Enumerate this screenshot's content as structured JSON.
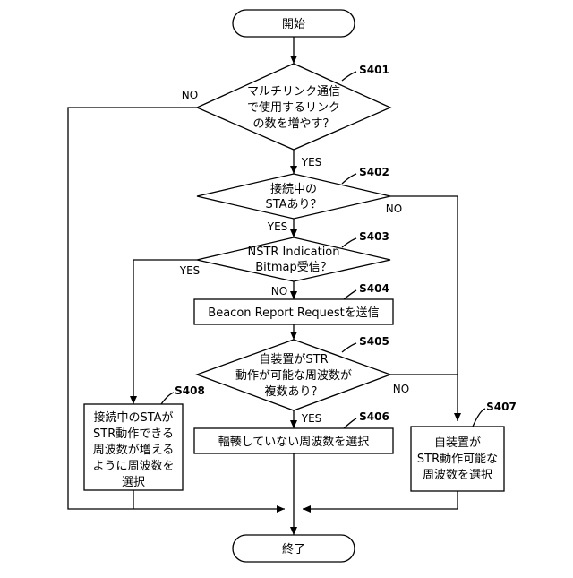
{
  "nodes": {
    "start": "開始",
    "end": "終了",
    "s401": {
      "id": "S401",
      "lines": [
        "マルチリンク通信",
        "で使用するリンク",
        "の数を増やす？"
      ]
    },
    "s402": {
      "id": "S402",
      "lines": [
        "接続中の",
        "STAあり？"
      ]
    },
    "s403": {
      "id": "S403",
      "lines": [
        "NSTR Indication",
        "Bitmap受信？"
      ]
    },
    "s404": {
      "id": "S404",
      "lines": [
        "Beacon Report Requestを送信"
      ]
    },
    "s405": {
      "id": "S405",
      "lines": [
        "自装置がSTR",
        "動作が可能な周波数が",
        "複数あり？"
      ]
    },
    "s406": {
      "id": "S406",
      "lines": [
        "輻輳していない周波数を選択"
      ]
    },
    "s407": {
      "id": "S407",
      "lines": [
        "自装置が",
        "STR動作可能な",
        "周波数を選択"
      ]
    },
    "s408": {
      "id": "S408",
      "lines": [
        "接続中のSTAが",
        "STR動作できる",
        "周波数が増える",
        "ように周波数を",
        "選択"
      ]
    }
  },
  "edges": {
    "s401_no": "NO",
    "s401_yes": "YES",
    "s402_no": "NO",
    "s402_yes": "YES",
    "s403_yes": "YES",
    "s403_no": "NO",
    "s405_no": "NO",
    "s405_yes": "YES"
  }
}
